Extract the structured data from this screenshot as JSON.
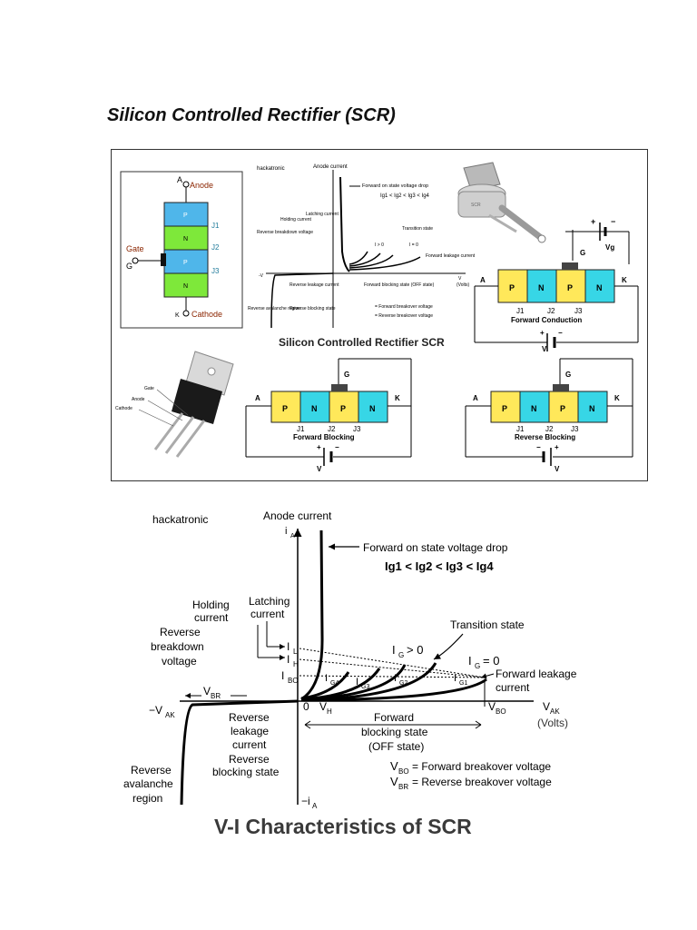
{
  "page_title": "Silicon Controlled Rectifier (SCR)",
  "colors": {
    "p_layer": "#ffe85a",
    "n_layer": "#37d6e6",
    "p_green": "#7ee83a",
    "n_blue": "#4fb6ea",
    "tab_dark": "#1a1a1a",
    "tab_metal": "#c9c9c9"
  },
  "figure1": {
    "structure": {
      "anode_label": "Anode",
      "anode_letter": "A",
      "cathode_label": "Cathode",
      "cathode_letter": "K",
      "gate_label": "Gate",
      "gate_letter": "G",
      "layers": [
        "P",
        "N",
        "P",
        "N"
      ],
      "junctions": [
        "J1",
        "J2",
        "J3"
      ]
    },
    "small_graph": {
      "brand": "hackatronic",
      "anode_current": "Anode current",
      "ia": "I",
      "forward_drop": "Forward on state voltage drop",
      "ig_order": "Ig1 < Ig2 < Ig3 < Ig4",
      "holding": "Holding current",
      "latching": "Latching current",
      "rev_breakdown": "Reverse breakdown voltage",
      "transition": "Transition state",
      "ig_gt0": "I  > 0",
      "ig_eq0": "I  = 0",
      "fwd_leak": "Forward leakage current",
      "vak": "V",
      "volts": "(Volts)",
      "minus_vak": "-V",
      "rev_leak": "Reverse leakage current",
      "rev_block": "Reverse blocking state",
      "fwd_block": "Forward blocking state (OFF state)",
      "rev_aval": "Reverse avalanche region",
      "vbo_def": "= Forward breakover voltage",
      "vbr_def": "= Reverse breakover voltage",
      "caption": "Silicon Controlled Rectifier SCR"
    },
    "package_labels": {
      "gate": "Gate",
      "anode": "Anode",
      "cathode": "Cathode"
    },
    "circuits": [
      {
        "caption": "Forward Conduction",
        "a": "A",
        "k": "K",
        "g": "G",
        "vg": "Vg",
        "v": "V",
        "plus": "+",
        "minus": "−"
      },
      {
        "caption": "Forward Blocking",
        "a": "A",
        "k": "K",
        "g": "G",
        "v": "V",
        "plus": "+",
        "minus": "−"
      },
      {
        "caption": "Reverse Blocking",
        "a": "A",
        "k": "K",
        "g": "G",
        "v": "V",
        "plus": "+",
        "minus": "−"
      }
    ],
    "letters": {
      "p": "P",
      "n": "N",
      "j1": "J1",
      "j2": "J2",
      "j3": "J3"
    }
  },
  "figure2": {
    "brand": "hackatronic",
    "anode_current": "Anode current",
    "ia": "i",
    "ia_sub": "A",
    "neg_ia": "−i",
    "forward_drop": "Forward on state voltage drop",
    "ig_order": "Ig1 < Ig2 < Ig3 < Ig4",
    "holding": [
      "Holding",
      "current"
    ],
    "latching": [
      "Latching",
      "current"
    ],
    "rev_breakdown": [
      "Reverse",
      "breakdown",
      "voltage"
    ],
    "transition": "Transition state",
    "ig_gt0": "> 0",
    "ig_eq0": "= 0",
    "il": "I",
    "il_sub": "L",
    "ih": "I",
    "ih_sub": "H",
    "ibo": "I",
    "ibo_sub": "BO",
    "ig": "I",
    "ig_sub": "G",
    "ig4": "G4",
    "ig3": "G3",
    "ig2": "G2",
    "ig1": "G1",
    "fwd_leak": [
      "Forward leakage",
      "current"
    ],
    "vbr": "V",
    "vbr_sub": "BR",
    "minus_vak": "−V",
    "vak_sub": "AK",
    "zero": "0",
    "vh": "V",
    "vh_sub": "H",
    "vbo": "V",
    "vbo_sub": "BO",
    "vak": "V",
    "volts": "(Volts)",
    "rev_leak": [
      "Reverse",
      "leakage",
      "current"
    ],
    "rev_block": [
      "Reverse",
      "blocking state"
    ],
    "fwd_block": [
      "Forward",
      "blocking state",
      "(OFF state)"
    ],
    "rev_aval": [
      "Reverse",
      "avalanche",
      "region"
    ],
    "vbo_def": "= Forward breakover voltage",
    "vbr_def": "= Reverse breakover voltage",
    "caption": "V-I Characteristics of SCR"
  }
}
